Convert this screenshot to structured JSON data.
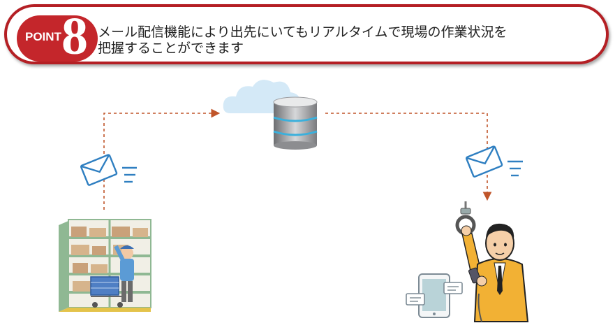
{
  "banner": {
    "badge_label": "POINT",
    "badge_number": "8",
    "line1": "メール配信機能により出先にいてもリアルタイムで現場の作業状況を",
    "line2": "把握することができます"
  },
  "colors": {
    "accent": "#c4262b",
    "arrow": "#c0552a",
    "mail": "#2f7fc1",
    "cloud": "#cfe6f5",
    "db_ring": "#3bb0dc"
  },
  "icons": [
    "cloud-icon",
    "database-icon",
    "mail-icon",
    "warehouse-worker-illustration",
    "commuter-with-phone-illustration",
    "tablet-chat-icon"
  ]
}
